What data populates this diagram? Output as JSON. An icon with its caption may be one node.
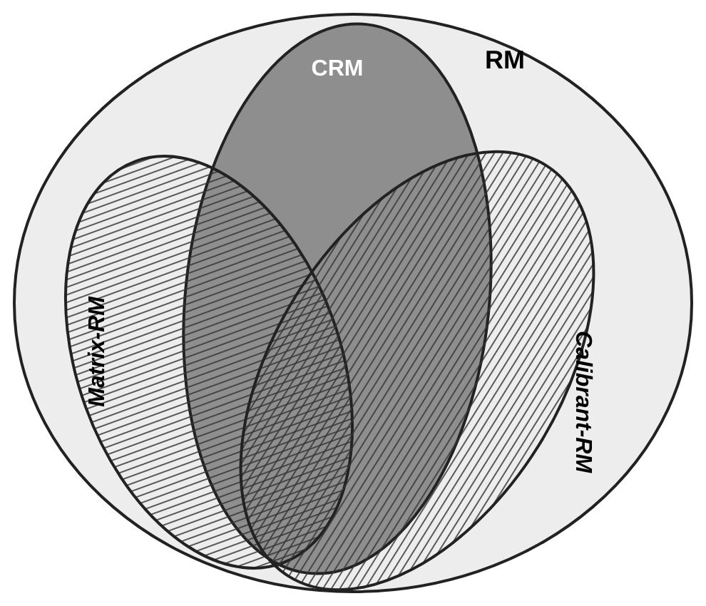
{
  "diagram": {
    "nodes": [
      {
        "text": [
          "RM"
        ]
      },
      {
        "text": [
          "CRM"
        ],
        "in": 0
      },
      {
        "text": [
          "Matrix-RM"
        ],
        "in": 0
      },
      {
        "text": [
          "Calibrant-RM"
        ],
        "in": 0
      }
    ]
  }
}
